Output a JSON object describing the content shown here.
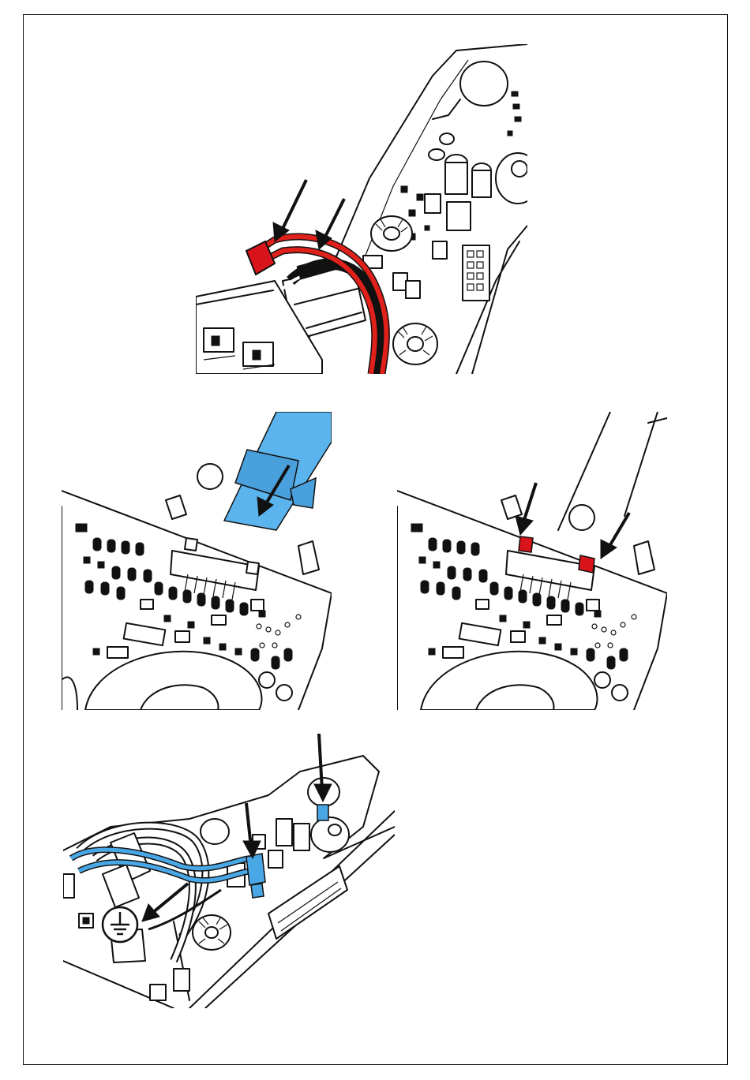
{
  "colors": {
    "frame": "#111111",
    "cable_red": "#e0201a",
    "connector_red": "#d8141a",
    "cable_blue": "#4aa7e6",
    "ribbon_blue": "#5bb4ee",
    "arrow": "#111111"
  },
  "figures": [
    {
      "id": "fig-top",
      "shows": "red-and-black-cables",
      "arrows": 2
    },
    {
      "id": "fig-mid-left",
      "shows": "blue-ribbon-cable-insertion",
      "arrows": 1
    },
    {
      "id": "fig-mid-right",
      "shows": "red-latch-locks",
      "arrows": 2
    },
    {
      "id": "fig-bottom",
      "shows": "blue-connectors-and-ground",
      "arrows": 3,
      "icon": "protective-earth-icon"
    }
  ]
}
